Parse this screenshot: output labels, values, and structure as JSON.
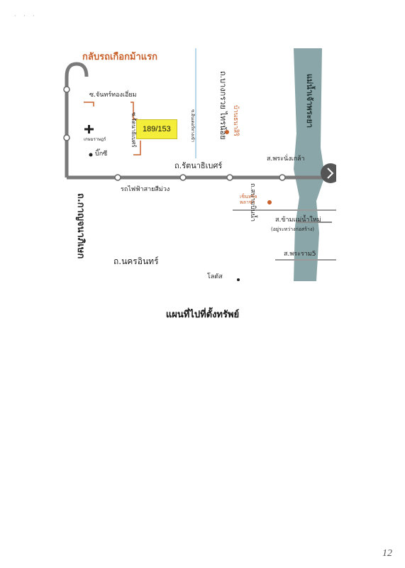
{
  "map": {
    "labels": {
      "return_boat": "กลับรถเกือกม้าแรก",
      "soi_chan": "ซ.จันทร์ทองเอี่ยม",
      "soi_rattanathibet": "ซ.รัตนาธิเบศร์",
      "soi_small": "ซ.อินเตอร์ทางเข้า",
      "hospital": "เกษมราษฎร์",
      "big_c": "บิ๊กซี",
      "bang_kruai": "ถ.บางกรวย ไทรน้อย",
      "ban_thanya": "บ้านธนาสิริ",
      "rattanathibet_rd": "ถ.รัตนาธิเบศร์",
      "phra_nang_klao": "ส.พระนั่งเกล้า",
      "river": "แม่น้ำเจ้าพระยา",
      "purple_line": "รถไฟฟ้าสายสีม่วง",
      "sanam_bin_nam": "ถ.สนามบินน้ำ",
      "central": "เซ็นทรัล พลาซ่า",
      "new_river_crossing": "ส.ข้ามแม่น้ำใหม่",
      "crossing_detail": "(อยู่ระหว่างก่อสร้าง)",
      "nonthaburi_rd": "ถ.นครอินทร์",
      "kanchana_rd": "ถ.กาญจนาภิเษก",
      "phra_ram5": "ส.พระราม5",
      "lotus": "โลตัส"
    },
    "property_number": "189/153"
  },
  "caption": "แผนที่ไปที่ตั้งทรัพย์",
  "page_number": "12",
  "colors": {
    "road": "#7a7a7a",
    "river": "#8aa6a8",
    "accent": "#c8612c",
    "note": "#f4ed3a"
  }
}
